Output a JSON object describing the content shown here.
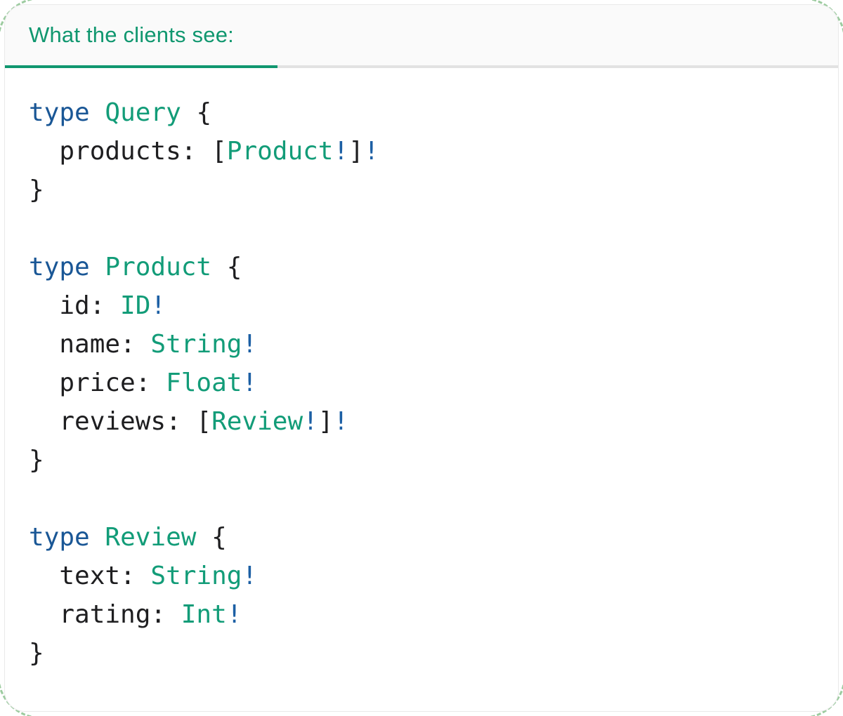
{
  "tab": {
    "label": "What the clients see:"
  },
  "colors": {
    "teal": "#10976F",
    "type_green": "#129C78",
    "keyword_blue": "#1A5796",
    "bang_blue": "#1C5FA4",
    "code_text": "#1E1E20",
    "header_bg": "#FAFAFA",
    "divider": "#E2E2E2",
    "card_border": "#EAEAEA",
    "dashed_border_green": "#9CCB9F",
    "card_bg": "#FFFFFF"
  },
  "code": {
    "language": "graphql-sdl",
    "raw": "type Query {\n  products: [Product!]!\n}\n\ntype Product {\n  id: ID!\n  name: String!\n  price: Float!\n  reviews: [Review!]!\n}\n\ntype Review {\n  text: String!\n  rating: Int!\n}",
    "lines": [
      {
        "tokens": [
          [
            "kw",
            "type"
          ],
          [
            "pl",
            " "
          ],
          [
            "ty",
            "Query"
          ],
          [
            "pl",
            " {"
          ]
        ]
      },
      {
        "tokens": [
          [
            "pl",
            "  products: ["
          ],
          [
            "ty",
            "Product"
          ],
          [
            "bang",
            "!"
          ],
          [
            "pl",
            "]"
          ],
          [
            "bang",
            "!"
          ]
        ]
      },
      {
        "tokens": [
          [
            "pl",
            "}"
          ]
        ]
      },
      {
        "tokens": []
      },
      {
        "tokens": [
          [
            "kw",
            "type"
          ],
          [
            "pl",
            " "
          ],
          [
            "ty",
            "Product"
          ],
          [
            "pl",
            " {"
          ]
        ]
      },
      {
        "tokens": [
          [
            "pl",
            "  id: "
          ],
          [
            "ty",
            "ID"
          ],
          [
            "bang",
            "!"
          ]
        ]
      },
      {
        "tokens": [
          [
            "pl",
            "  name: "
          ],
          [
            "ty",
            "String"
          ],
          [
            "bang",
            "!"
          ]
        ]
      },
      {
        "tokens": [
          [
            "pl",
            "  price: "
          ],
          [
            "ty",
            "Float"
          ],
          [
            "bang",
            "!"
          ]
        ]
      },
      {
        "tokens": [
          [
            "pl",
            "  reviews: ["
          ],
          [
            "ty",
            "Review"
          ],
          [
            "bang",
            "!"
          ],
          [
            "pl",
            "]"
          ],
          [
            "bang",
            "!"
          ]
        ]
      },
      {
        "tokens": [
          [
            "pl",
            "}"
          ]
        ]
      },
      {
        "tokens": []
      },
      {
        "tokens": [
          [
            "kw",
            "type"
          ],
          [
            "pl",
            " "
          ],
          [
            "ty",
            "Review"
          ],
          [
            "pl",
            " {"
          ]
        ]
      },
      {
        "tokens": [
          [
            "pl",
            "  text: "
          ],
          [
            "ty",
            "String"
          ],
          [
            "bang",
            "!"
          ]
        ]
      },
      {
        "tokens": [
          [
            "pl",
            "  rating: "
          ],
          [
            "ty",
            "Int"
          ],
          [
            "bang",
            "!"
          ]
        ]
      },
      {
        "tokens": [
          [
            "pl",
            "}"
          ]
        ]
      }
    ]
  }
}
